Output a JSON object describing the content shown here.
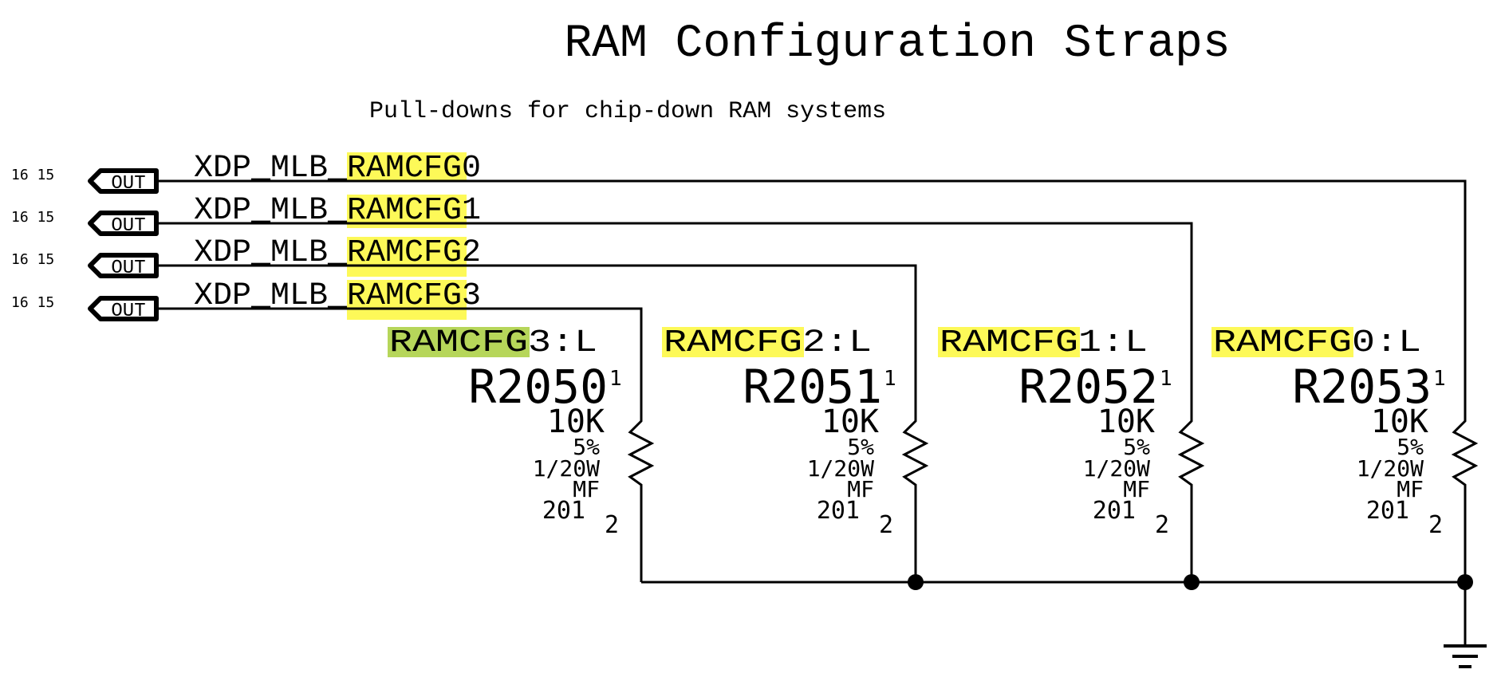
{
  "title": "RAM Configuration Straps",
  "subtitle": "Pull-downs for chip-down RAM systems",
  "highlight_colors": {
    "yellow": "#fdf958",
    "green": "#b6d65a"
  },
  "ports": [
    {
      "pins": "16 15",
      "direction": "OUT",
      "net_prefix": "XDP_MLB_",
      "net_highlight": "RAMCFG",
      "net_suffix": "0"
    },
    {
      "pins": "16 15",
      "direction": "OUT",
      "net_prefix": "XDP_MLB_",
      "net_highlight": "RAMCFG",
      "net_suffix": "1"
    },
    {
      "pins": "16 15",
      "direction": "OUT",
      "net_prefix": "XDP_MLB_",
      "net_highlight": "RAMCFG",
      "net_suffix": "2"
    },
    {
      "pins": "16 15",
      "direction": "OUT",
      "net_prefix": "XDP_MLB_",
      "net_highlight": "RAMCFG",
      "net_suffix": "3"
    }
  ],
  "resistors": [
    {
      "ref": "R2050",
      "strap_highlight": "RAMCFG",
      "strap_suffix": "3:L",
      "strap_color": "green",
      "value": "10K",
      "tolerance": "5%",
      "power": "1/20W",
      "type": "MF",
      "package": "201",
      "pin1": "1",
      "pin2": "2",
      "net_index": 3
    },
    {
      "ref": "R2051",
      "strap_highlight": "RAMCFG",
      "strap_suffix": "2:L",
      "strap_color": "yellow",
      "value": "10K",
      "tolerance": "5%",
      "power": "1/20W",
      "type": "MF",
      "package": "201",
      "pin1": "1",
      "pin2": "2",
      "net_index": 2
    },
    {
      "ref": "R2052",
      "strap_highlight": "RAMCFG",
      "strap_suffix": "1:L",
      "strap_color": "yellow",
      "value": "10K",
      "tolerance": "5%",
      "power": "1/20W",
      "type": "MF",
      "package": "201",
      "pin1": "1",
      "pin2": "2",
      "net_index": 1
    },
    {
      "ref": "R2053",
      "strap_highlight": "RAMCFG",
      "strap_suffix": "0:L",
      "strap_color": "yellow",
      "value": "10K",
      "tolerance": "5%",
      "power": "1/20W",
      "type": "MF",
      "package": "201",
      "pin1": "1",
      "pin2": "2",
      "net_index": 0
    }
  ],
  "ground_symbol": "ground-icon"
}
